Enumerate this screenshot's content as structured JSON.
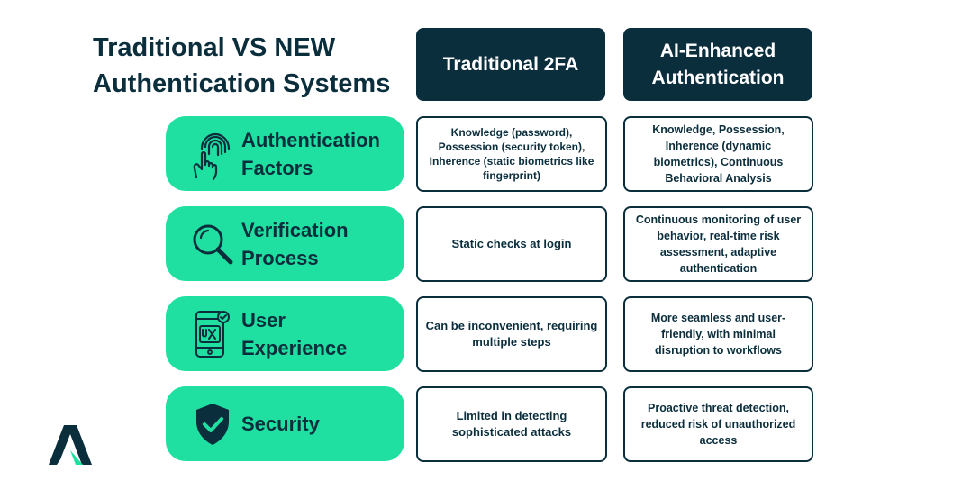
{
  "title": "Traditional VS NEW Authentication Systems",
  "columns": [
    "Traditional 2FA",
    "AI-Enhanced Authentication"
  ],
  "rows": [
    {
      "label": "Authentication Factors",
      "icon": "fingerprint-touch-icon",
      "traditional": "Knowledge (password), Possession (security token), Inherence (static biometrics like fingerprint)",
      "ai": "Knowledge, Possession, Inherence (dynamic biometrics), Continuous Behavioral Analysis"
    },
    {
      "label": "Verification Process",
      "icon": "magnifier-icon",
      "traditional": "Static checks at login",
      "ai": "Continuous monitoring of user behavior, real-time risk assessment, adaptive authentication"
    },
    {
      "label": "User Experience",
      "icon": "ux-phone-icon",
      "traditional": "Can be inconvenient, requiring multiple steps",
      "ai": "More seamless and user-friendly, with minimal disruption to workflows"
    },
    {
      "label": "Security",
      "icon": "shield-check-icon",
      "traditional": "Limited in detecting sophisticated attacks",
      "ai": "Proactive threat detection, reduced risk of unauthorized access"
    }
  ],
  "colors": {
    "dark": "#0b2e3d",
    "accent": "#1fe0a0"
  },
  "logo_icon": "brand-a-logo-icon"
}
